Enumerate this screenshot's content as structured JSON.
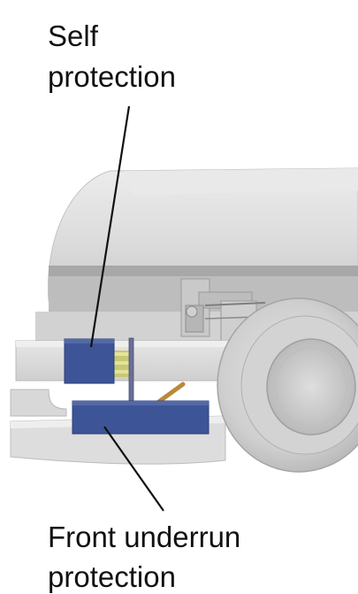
{
  "labels": {
    "self_protection": [
      "Self",
      "protection"
    ],
    "front_underrun_protection": [
      "Front underrun",
      "protection"
    ]
  },
  "colors": {
    "protection_part": "#3d5596",
    "protection_part_dark": "#2b3f78",
    "truck_body": "#d8d8d8",
    "truck_shadow": "#a9a9a9",
    "tire": "#c7c7c7",
    "leader_line": "#111111",
    "spring": "#c8c875",
    "strut": "#b98a3a"
  }
}
